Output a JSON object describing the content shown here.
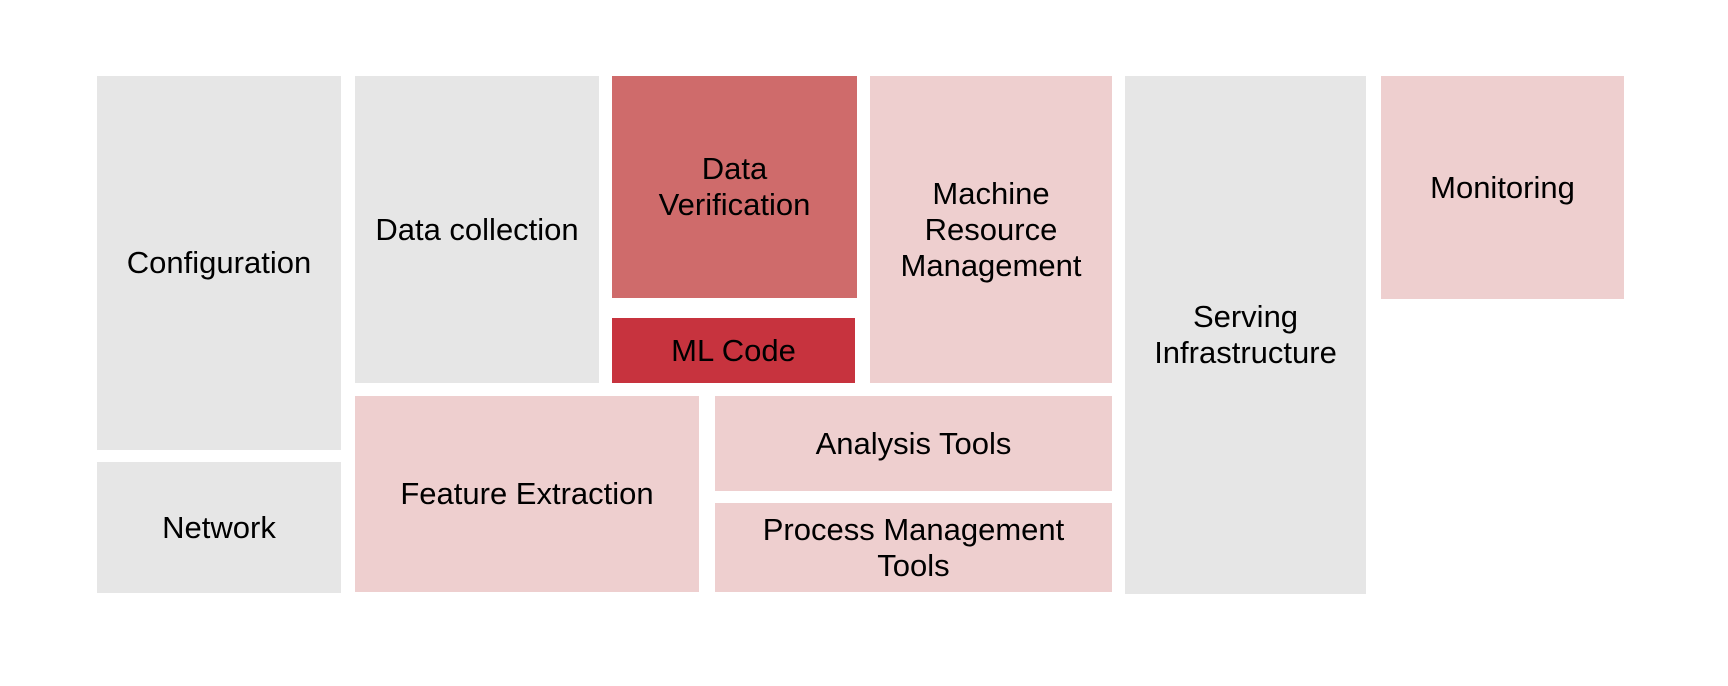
{
  "colors": {
    "gray": "#e6e6e6",
    "pink": "#eecfcf",
    "red_medium": "#cf6b6b",
    "red_strong": "#c7333e",
    "text": "#000000",
    "background": "#ffffff"
  },
  "diagram": {
    "boxes": [
      {
        "id": "configuration",
        "label": "Configuration",
        "tone": "gray"
      },
      {
        "id": "network",
        "label": "Network",
        "tone": "gray"
      },
      {
        "id": "data-collection",
        "label": "Data collection",
        "tone": "gray"
      },
      {
        "id": "data-verification",
        "label": "Data\nVerification",
        "tone": "red_medium"
      },
      {
        "id": "ml-code",
        "label": "ML Code",
        "tone": "red_strong"
      },
      {
        "id": "machine-resource-management",
        "label": "Machine\nResource\nManagement",
        "tone": "pink"
      },
      {
        "id": "feature-extraction",
        "label": "Feature Extraction",
        "tone": "pink"
      },
      {
        "id": "analysis-tools",
        "label": "Analysis Tools",
        "tone": "pink"
      },
      {
        "id": "process-management-tools",
        "label": "Process Management\nTools",
        "tone": "pink"
      },
      {
        "id": "serving-infrastructure",
        "label": "Serving\nInfrastructure",
        "tone": "gray"
      },
      {
        "id": "monitoring",
        "label": "Monitoring",
        "tone": "pink"
      }
    ]
  }
}
